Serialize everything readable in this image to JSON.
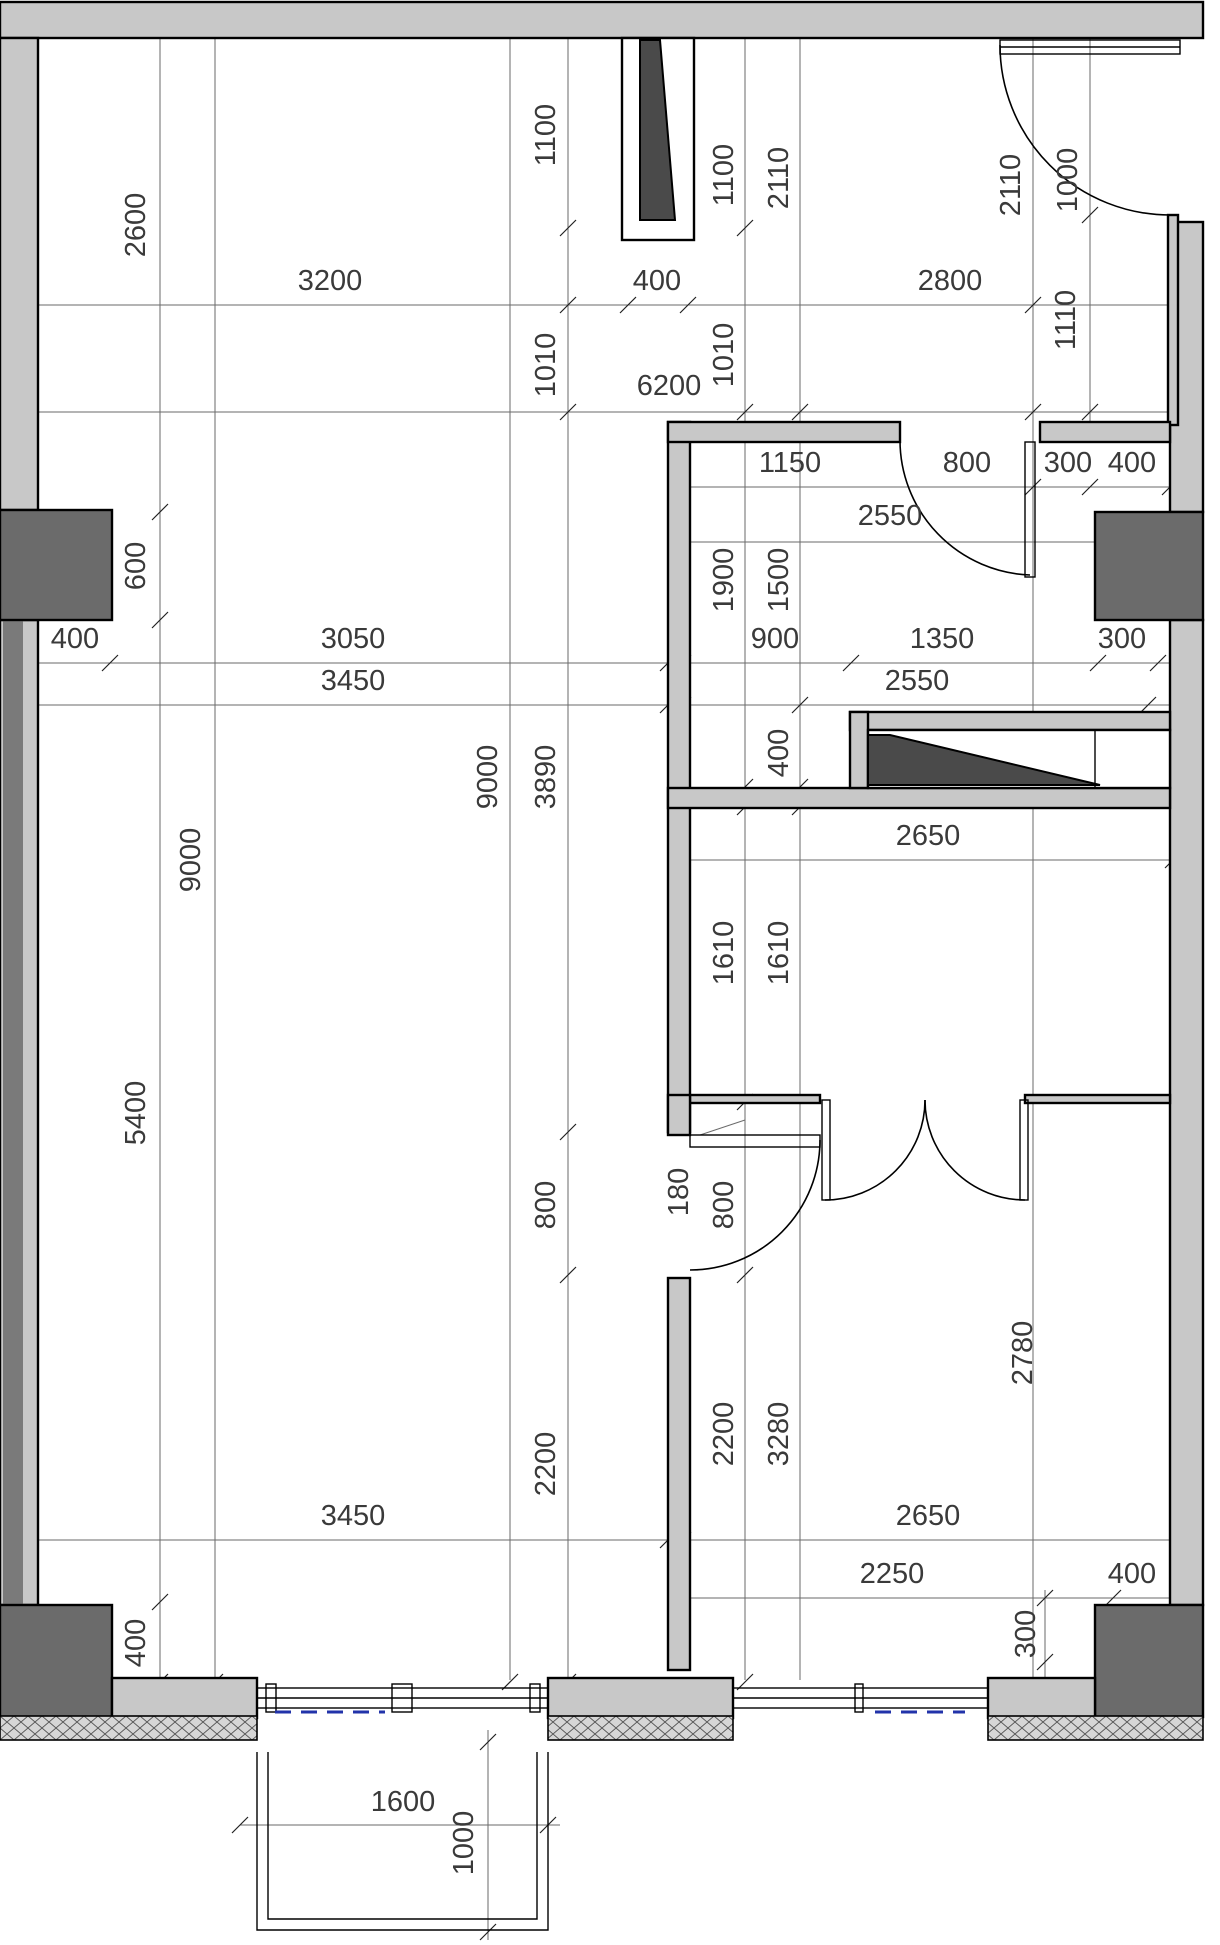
{
  "dims": {
    "d1100a": "1100",
    "d1100b": "1100",
    "d2110a": "2110",
    "d2110b": "2110",
    "d1000a": "1000",
    "d2600": "2600",
    "d3200": "3200",
    "d400a": "400",
    "d2800": "2800",
    "d1110": "1110",
    "d1010a": "1010",
    "d1010b": "1010",
    "d6200": "6200",
    "d1150": "1150",
    "d800a": "800",
    "d300a": "300",
    "d400b": "400",
    "d2550a": "2550",
    "d600": "600",
    "d1900": "1900",
    "d1500": "1500",
    "d400c": "400",
    "d3050": "3050",
    "d900": "900",
    "d1350": "1350",
    "d300b": "300",
    "d3450a": "3450",
    "d2550b": "2550",
    "d9000a": "9000",
    "d9000b": "9000",
    "d3890": "3890",
    "d400d": "400",
    "d2650a": "2650",
    "d1610a": "1610",
    "d1610b": "1610",
    "d5400": "5400",
    "d800b": "800",
    "d180": "180",
    "d800c": "800",
    "d2780": "2780",
    "d2200a": "2200",
    "d2200b": "2200",
    "d3280": "3280",
    "d3450b": "3450",
    "d2650b": "2650",
    "d2250": "2250",
    "d400e": "400",
    "d300c": "300",
    "d400f": "400",
    "d1600": "1600",
    "d1000b": "1000"
  }
}
